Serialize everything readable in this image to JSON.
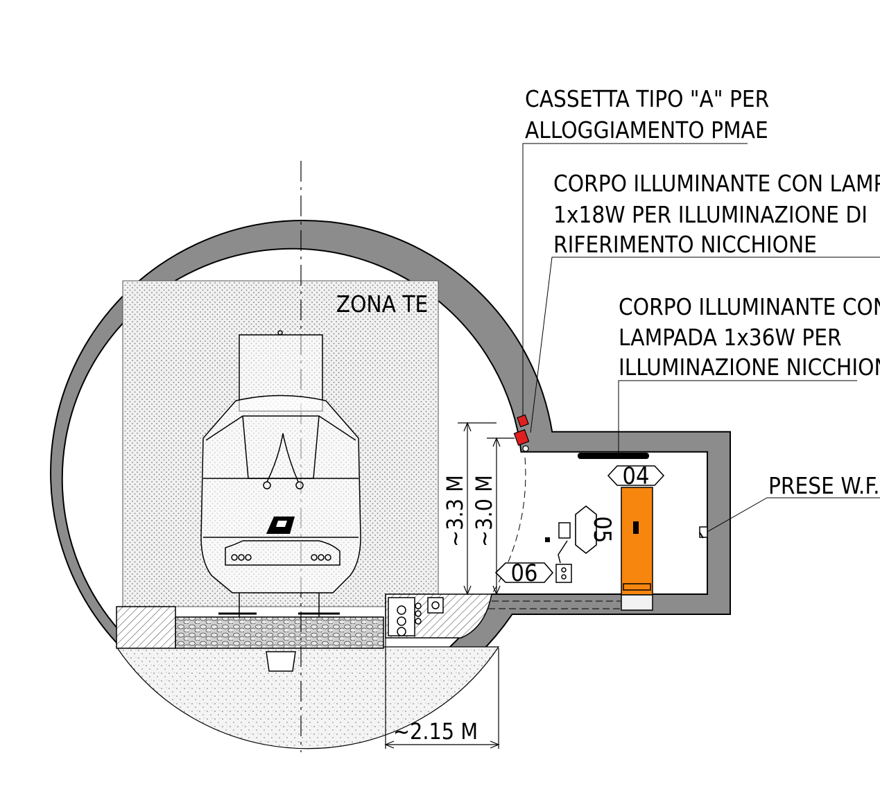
{
  "labels": {
    "cassetta": [
      "CASSETTA TIPO \"A\" PER",
      "ALLOGGIAMENTO PMAE"
    ],
    "corpo_18w": [
      "CORPO ILLUMINANTE CON LAMPADA",
      "1x18W PER ILLUMINAZIONE DI",
      "RIFERIMENTO NICCHIONE"
    ],
    "corpo_36w": [
      "CORPO ILLUMINANTE CON",
      "LAMPADA 1x36W PER",
      "ILLUMINAZIONE NICCHIONE"
    ],
    "prese": "PRESE W.F.",
    "zona_te": "ZONA TE"
  },
  "dimensions": {
    "h_3_3": "~3.3 M",
    "h_3_0": "~3.0 M",
    "w_2_15": "~2.15 M"
  },
  "tags": {
    "t04": "04",
    "t05": "05",
    "t06": "06"
  },
  "colors": {
    "lining": "#8c8c8c",
    "cabinet": "#f7860f",
    "lamp_red": "#e02020",
    "stipple": "#d9d9d9",
    "ballast": "#c8c8c8"
  }
}
